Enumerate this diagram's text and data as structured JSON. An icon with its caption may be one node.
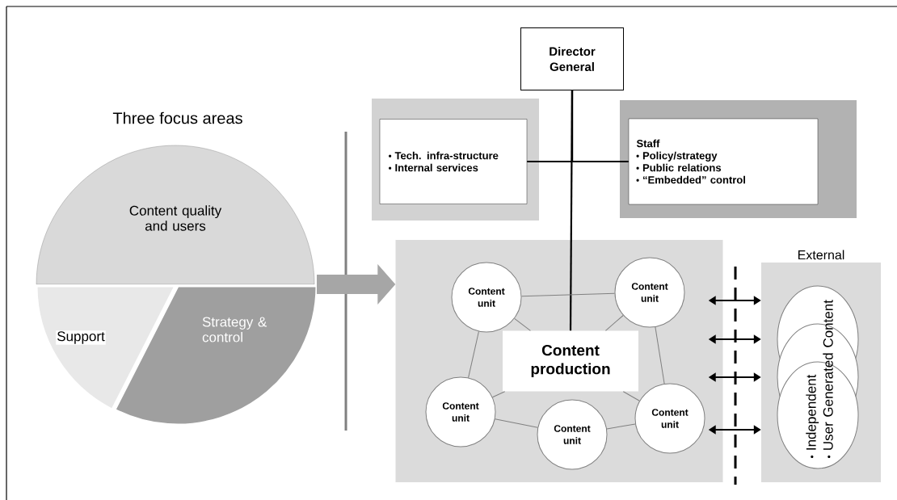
{
  "diagram": {
    "nodes": [
      {
        "text": [
          "Content quality and users"
        ]
      },
      {
        "text": [
          "Support"
        ]
      },
      {
        "text": [
          "Strategy & control"
        ]
      },
      {
        "text": [
          "Director General"
        ]
      },
      {
        "text": [
          "Tech. infra-structure",
          "Internal services"
        ]
      },
      {
        "text": [
          "Staff",
          "Policy/strategy",
          "Public relations",
          "“Embedded” control"
        ]
      },
      {
        "text": [],
        "shape": "box"
      },
      {
        "text": [
          "Content production"
        ],
        "in": 6
      },
      {
        "text": [
          "Content unit"
        ],
        "in": 6
      },
      {
        "text": [
          "Content unit"
        ],
        "in": 6
      },
      {
        "text": [
          "Content unit"
        ],
        "in": 6
      },
      {
        "text": [
          "Content unit"
        ],
        "in": 6
      },
      {
        "text": [
          "Content unit"
        ],
        "in": 6
      },
      {
        "text": [
          "External"
        ]
      },
      {
        "text": [
          "Independent",
          "User Generated Content"
        ],
        "in": 13
      }
    ],
    "edges": [
      {
        "from": 2,
        "to": 6,
        "arrow": "to",
        "style": "thick",
        "color": "#a6a6a6"
      },
      {
        "from": 3,
        "to": 4,
        "arrow": "none",
        "color": "#000000"
      },
      {
        "from": 3,
        "to": 5,
        "arrow": "none",
        "color": "#000000"
      },
      {
        "from": 3,
        "to": 7,
        "arrow": "none",
        "color": "#000000"
      },
      {
        "from": 8,
        "to": 9,
        "arrow": "none"
      },
      {
        "from": 8,
        "to": 10,
        "arrow": "none"
      },
      {
        "from": 9,
        "to": 12,
        "arrow": "none"
      },
      {
        "from": 10,
        "to": 11,
        "arrow": "none"
      },
      {
        "from": 11,
        "to": 12,
        "arrow": "none"
      },
      {
        "from": 8,
        "to": 7,
        "arrow": "none"
      },
      {
        "from": 9,
        "to": 7,
        "arrow": "none"
      },
      {
        "from": 10,
        "to": 7,
        "arrow": "none"
      },
      {
        "from": 12,
        "to": 7,
        "arrow": "none"
      },
      {
        "from": 6,
        "to": 13,
        "arrow": "both",
        "color": "#000000"
      },
      {
        "from": 6,
        "to": 13,
        "arrow": "both",
        "color": "#000000"
      },
      {
        "from": 6,
        "to": 13,
        "arrow": "both",
        "color": "#000000"
      },
      {
        "from": 6,
        "to": 13,
        "arrow": "both",
        "color": "#000000"
      }
    ],
    "labels": [
      "Three focus areas"
    ]
  }
}
